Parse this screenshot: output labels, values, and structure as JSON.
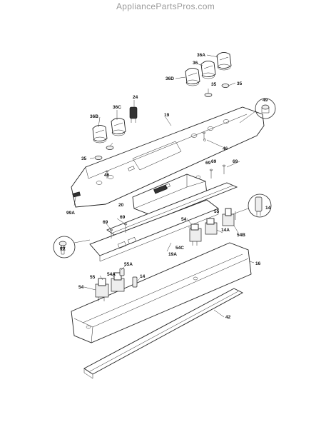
{
  "watermark": "AppliancePartsPros.com",
  "callouts": [
    "36A",
    "36",
    "36D",
    "35",
    "24",
    "36C",
    "36B",
    "19",
    "35",
    "46",
    "46",
    "20",
    "69",
    "69",
    "99A",
    "69",
    "69",
    "54",
    "55",
    "54C",
    "14A",
    "54B",
    "14",
    "19A",
    "16",
    "54",
    "55A",
    "55",
    "54A",
    "14",
    "42",
    "35",
    "69"
  ],
  "detail_callouts": [
    "49",
    "69",
    "14"
  ]
}
